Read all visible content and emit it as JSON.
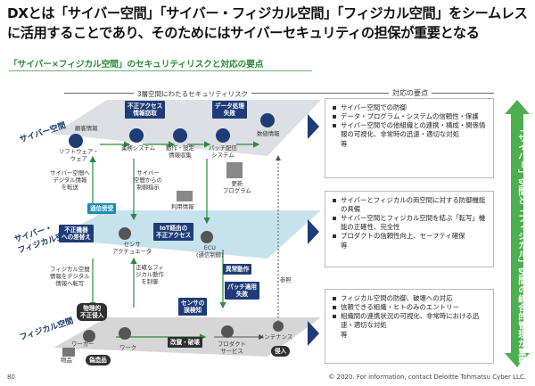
{
  "headline": "DXとは「サイバー空間」「サイバー・フィジカル空間」「フィジカル空間」をシームレスに活用することであり、そのためにはサイバーセキュリティの担保が重要となる",
  "subtitle": "「サイバー×フィジカル空間」のセキュリティリスクと対応の要点",
  "diagram_title": "3層空間にわたるセキュリティリスク",
  "measures_title": "対応の要点",
  "layers": {
    "cyber": "サイバー空間",
    "cyber_physical": "サイバー・\nフィジカル空間",
    "physical": "フィジカル空間"
  },
  "nodes": {
    "customer_info": "顧客情報",
    "software": "ソフトウェア・\nウェア",
    "business_system": "業務システム",
    "operation_collect": "動作・設定\n情報収集",
    "patch_system": "パッチ配信\nシステム",
    "data_info": "数値情報",
    "update_program": "更新\nプログラム",
    "usage_info": "利用情報",
    "sensor": "センサ\nアクチュエータ",
    "ecu": "ECU\n(通信制御)",
    "worker": "ワーカー",
    "work": "ワーク",
    "product_service": "プロダクト\nサービス",
    "maintenance": "メンテナンス",
    "goods": "物品"
  },
  "threats": {
    "unauthorized_access": "不正アクセス\n情報窃取",
    "data_failure": "データ処理\n失敗",
    "comm_spoof": "通信傍受",
    "fraud_info": "不正機器\nへの差替え",
    "iot_access": "IoT経由の\n不正アクセス",
    "abnormal": "異常動作",
    "patch_fail": "パッチ適用\n失敗",
    "sensor_miss": "センサの\n誤検知",
    "physical_intrusion": "物理的\n不正侵入",
    "tamper": "改竄・破壊",
    "counterfeit": "偽造品",
    "intrusion": "侵入"
  },
  "flow_labels": {
    "cyber_to_digital": "サイバー空間へ\nデジタル情報\nを転送",
    "cyber_control": "サイバー\n空間からの\n制御指示",
    "physical_to_digital": "フィジカル空間\n情報をデジタル\n情報へ転写",
    "accurate_control": "正確なフィ\nジカル動作\nを制御",
    "reference": "参照"
  },
  "measures": [
    {
      "items": [
        "サイバー空間での防御",
        "データ・プログラム・システムの信頼性・保護",
        "サイバー空間での他組織との連携・構成・関係情報の可視化、非常時の迅速・適切な対処"
      ],
      "etc": "等"
    },
    {
      "items": [
        "サイバーとフィジカルの両空間に対する防御機能の具備",
        "サイバー空間とフィジカル空間を結ぶ「転写」機能の正確性、完全性",
        "プロダクトの信頼性向上、セーフティ確保"
      ],
      "etc": "等"
    },
    {
      "items": [
        "フィジカル空間の防御、破壊への対応",
        "信頼できる組織・ヒトのみのエントリー",
        "組織間の連携状況の可視化、非常時における迅速・適切な対処"
      ],
      "etc": "等"
    }
  ],
  "green_bar_text": "「サイバー」空間と「フィジカル」空間の統合的管理が重要",
  "footer": {
    "page": "80",
    "copyright": "© 2020. For information, contact Deloitte Tohmatsu Cyber LLC."
  },
  "colors": {
    "navy": "#1d3c78",
    "teal": "#1a8fb5",
    "green": "#2d8a3e",
    "green_bar": "#4caf50"
  }
}
